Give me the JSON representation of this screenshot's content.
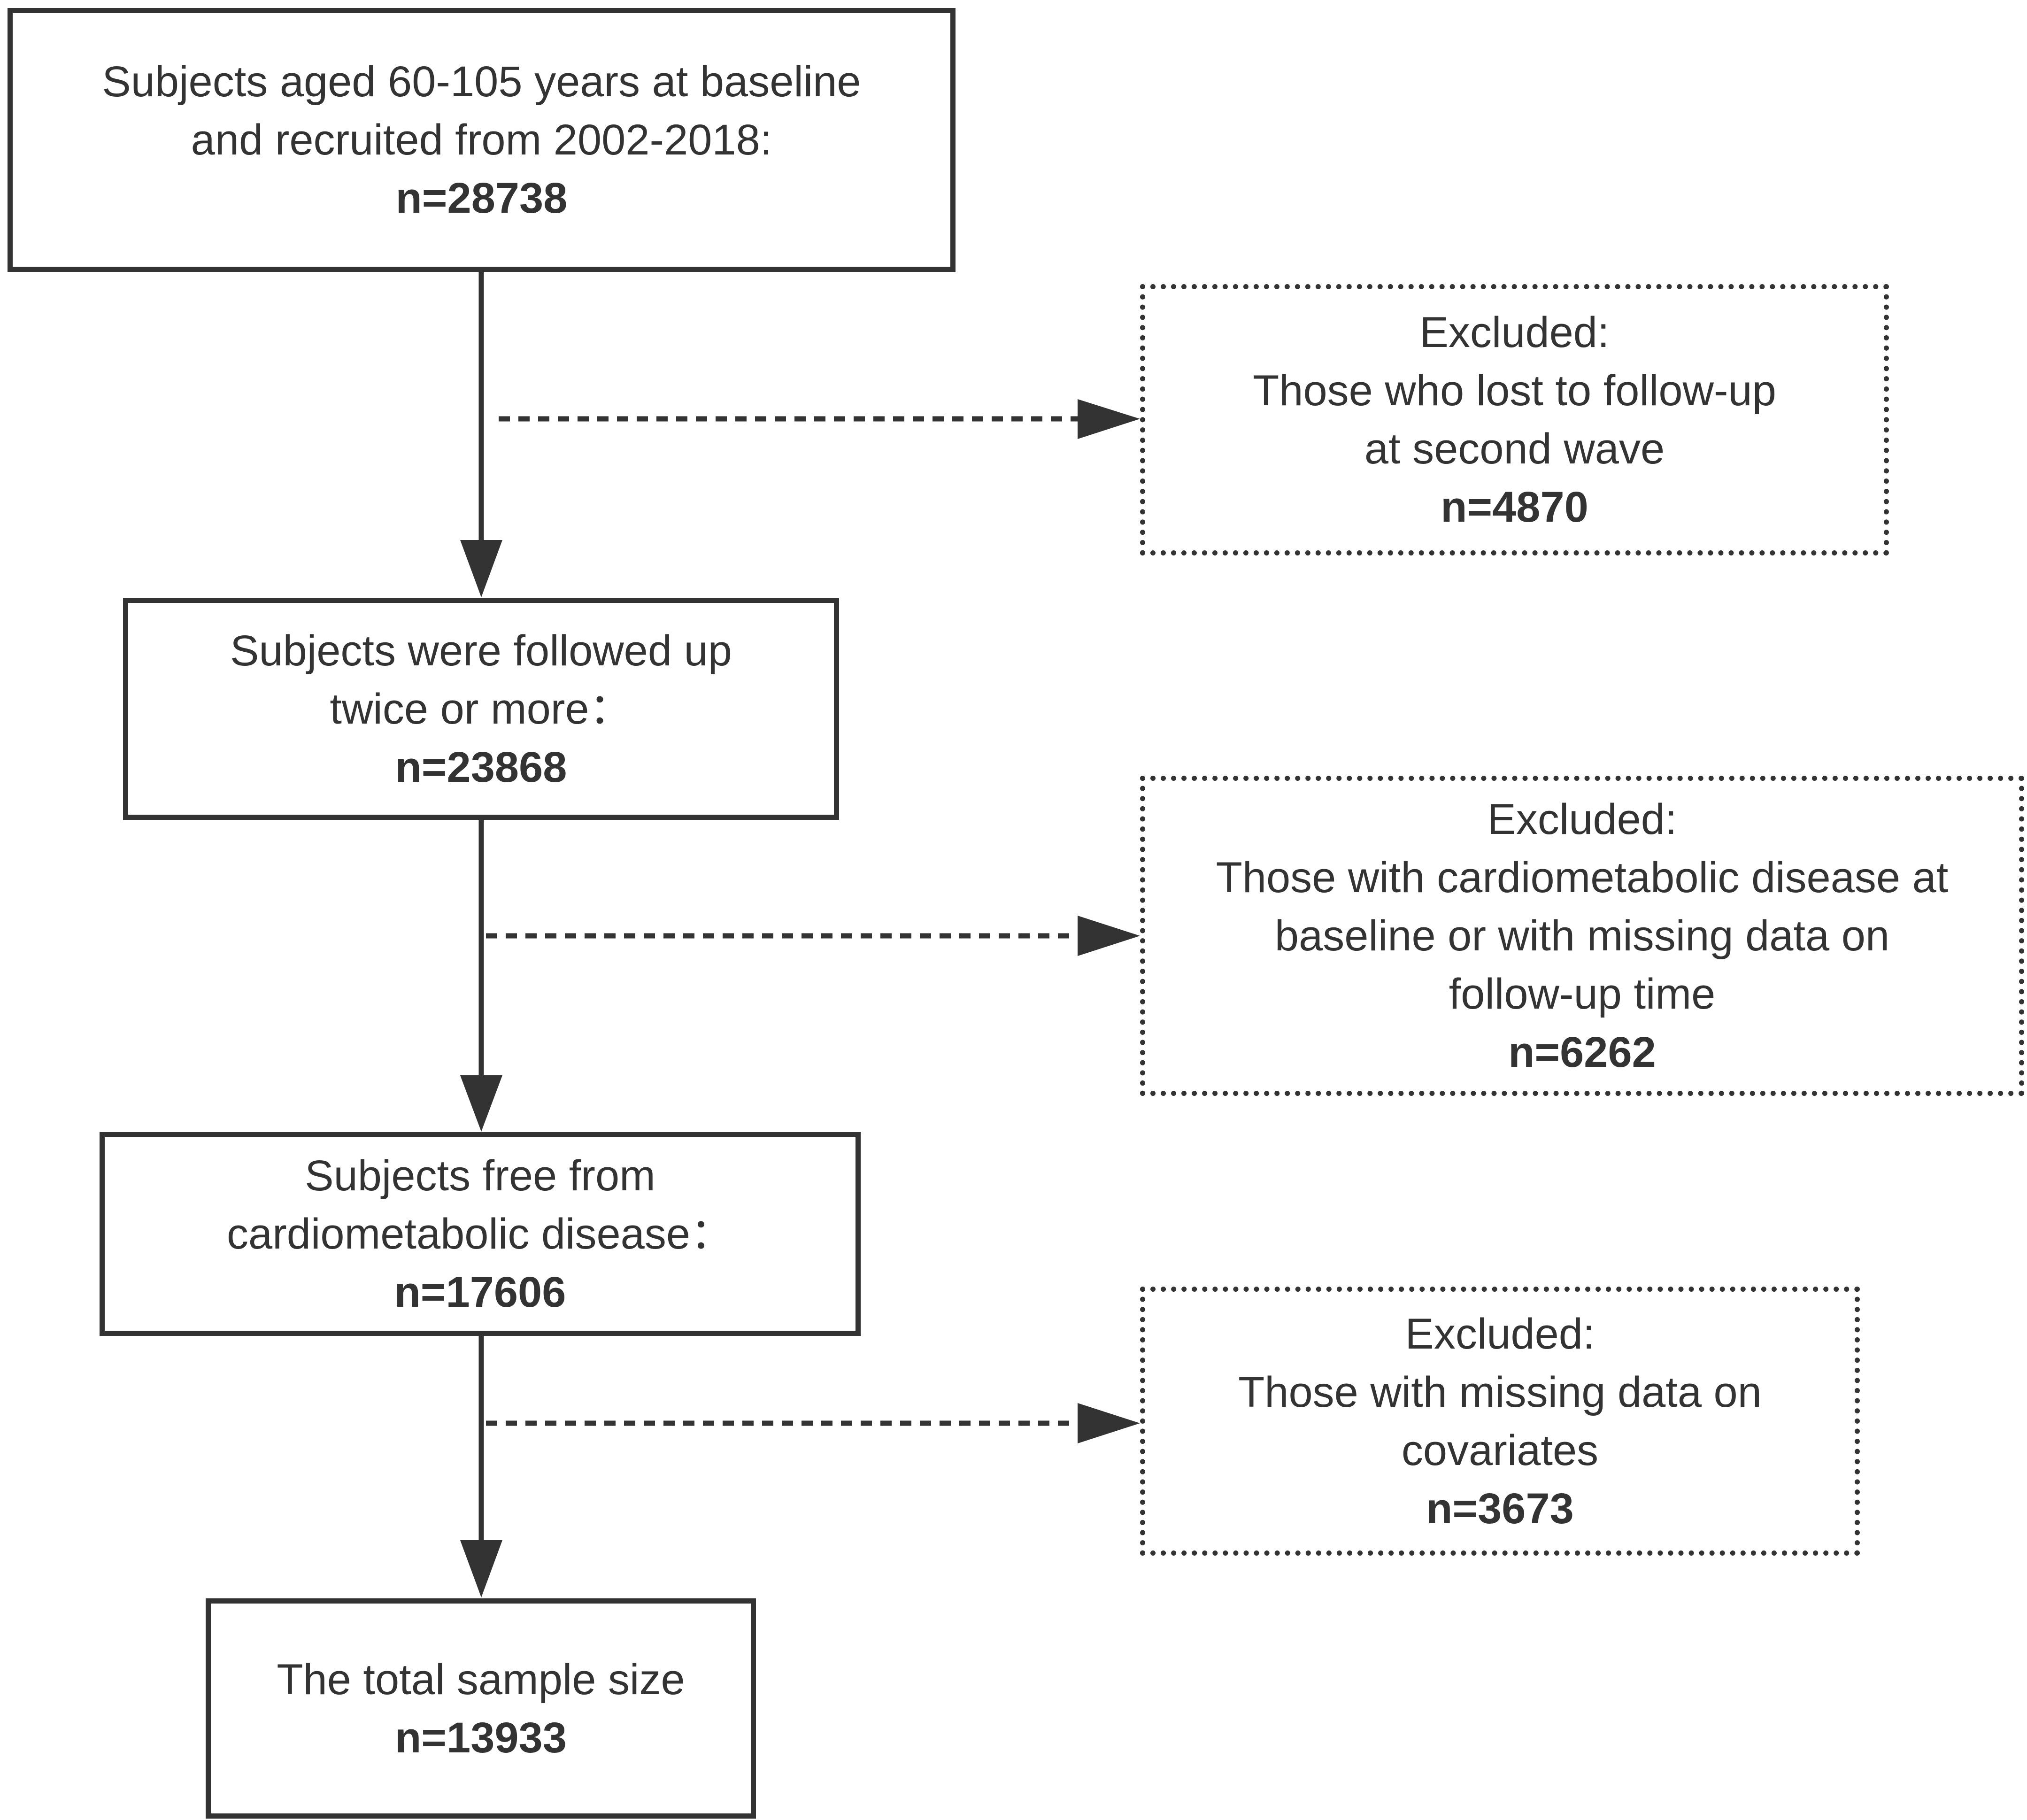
{
  "main_flow": [
    {
      "lines": [
        "Subjects aged 60-105 years at baseline",
        "and recruited from 2002-2018:"
      ],
      "count": "n=28738"
    },
    {
      "lines": [
        "Subjects were followed up",
        "twice or more："
      ],
      "count": "n=23868"
    },
    {
      "lines": [
        "Subjects free from",
        "cardiometabolic disease："
      ],
      "count": "n=17606"
    },
    {
      "lines": [
        "The total sample size"
      ],
      "count": "n=13933"
    }
  ],
  "exclusions": [
    {
      "heading": "Excluded:",
      "lines": [
        "Those who lost to follow-up",
        "at second wave"
      ],
      "count": "n=4870"
    },
    {
      "heading": "Excluded:",
      "lines": [
        "Those with cardiometabolic disease at",
        "baseline or with missing data on",
        "follow-up time"
      ],
      "count": "n=6262"
    },
    {
      "heading": "Excluded:",
      "lines": [
        "Those with missing data on",
        "covariates"
      ],
      "count": "n=3673"
    }
  ],
  "colors": {
    "stroke": "#333333",
    "text": "#333333",
    "background": "#ffffff"
  }
}
